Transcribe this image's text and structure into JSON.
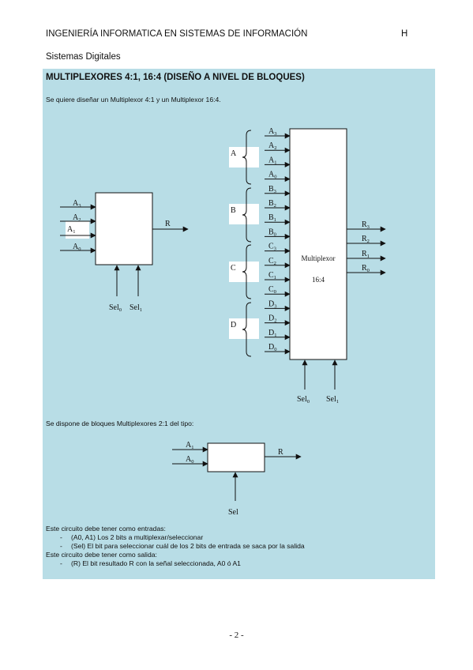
{
  "header": {
    "course": "INGENIERÍA INFORMATICA EN SISTEMAS DE INFORMACIÓN",
    "mark": "H",
    "subject": "Sistemas Digitales"
  },
  "panel": {
    "title": "MULTIPLEXORES 4:1, 16:4 (DISEÑO A NIVEL DE BLOQUES)",
    "intro": "Se quiere diseñar un Multiplexor 4:1 y un Multiplexor 16:4.",
    "blocks_intro": "Se dispone de bloques Multiplexores 2:1 del tipo:",
    "inputs_heading": "Este circuito debe tener como entradas:",
    "inputs": [
      "(A0, A1) Los 2 bits a multiplexar/seleccionar",
      "(Sel) El bit para seleccionar cuál de los 2 bits de entrada se saca por la salida"
    ],
    "outputs_heading": "Este circuito debe tener como salida:",
    "outputs": [
      "(R) El bit resultado R con la señal seleccionada, A0 ó A1"
    ],
    "bullet_dash": "-"
  },
  "mux4": {
    "inputs": [
      "A",
      "A",
      "A",
      "A"
    ],
    "input_subs": [
      "3",
      "2",
      "1",
      "0"
    ],
    "output": "R",
    "sel_labels": [
      "Sel",
      "Sel"
    ],
    "sel_subs": [
      "0",
      "1"
    ]
  },
  "mux16": {
    "group_labels": [
      "A",
      "B",
      "C",
      "D"
    ],
    "input_letters": [
      "A",
      "A",
      "A",
      "A",
      "B",
      "B",
      "B",
      "B",
      "C",
      "C",
      "C",
      "C",
      "D",
      "D",
      "D",
      "D"
    ],
    "input_subs": [
      "3",
      "2",
      "1",
      "0",
      "3",
      "2",
      "1",
      "0",
      "3",
      "2",
      "1",
      "0",
      "3",
      "2",
      "1",
      "0"
    ],
    "box_label": "Multiplexor",
    "box_ratio": "16:4",
    "outputs": [
      "R",
      "R",
      "R",
      "R"
    ],
    "output_subs": [
      "3",
      "2",
      "1",
      "0"
    ],
    "sel_labels": [
      "Sel",
      "Sel"
    ],
    "sel_subs": [
      "0",
      "1"
    ]
  },
  "mux2": {
    "inputs": [
      "A",
      "A"
    ],
    "input_subs": [
      "1",
      "0"
    ],
    "output": "R",
    "sel_label": "Sel"
  },
  "footer": {
    "page": "- 2 -"
  }
}
